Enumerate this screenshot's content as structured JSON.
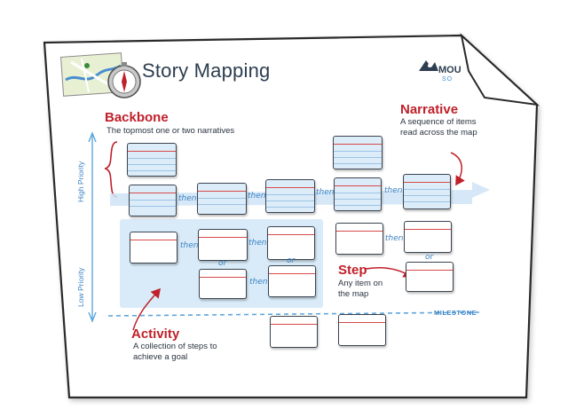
{
  "header": {
    "title": "Story Mapping",
    "brand": "MOU",
    "brand_sub": "SO"
  },
  "labels": {
    "backbone": {
      "heading": "Backbone",
      "desc": "The topmost one or two narratives"
    },
    "narrative": {
      "heading": "Narrative",
      "desc_line1": "A sequence of items",
      "desc_line2": "read across the map"
    },
    "step": {
      "heading": "Step",
      "desc_line1": "Any item on",
      "desc_line2": "the map"
    },
    "activity": {
      "heading": "Activity",
      "desc_line1": "A collection of steps to",
      "desc_line2": "achieve a goal"
    }
  },
  "axis": {
    "high_priority": "High Priority",
    "low_priority": "Low Priority"
  },
  "milestone": "MILESTONE",
  "connectors": {
    "then": "then",
    "or": "or"
  },
  "colors": {
    "accent_red": "#c0202a",
    "accent_blue": "#3b82c4",
    "card_blue": "#dcecf9",
    "activity_zone": "#d9ebf8"
  }
}
